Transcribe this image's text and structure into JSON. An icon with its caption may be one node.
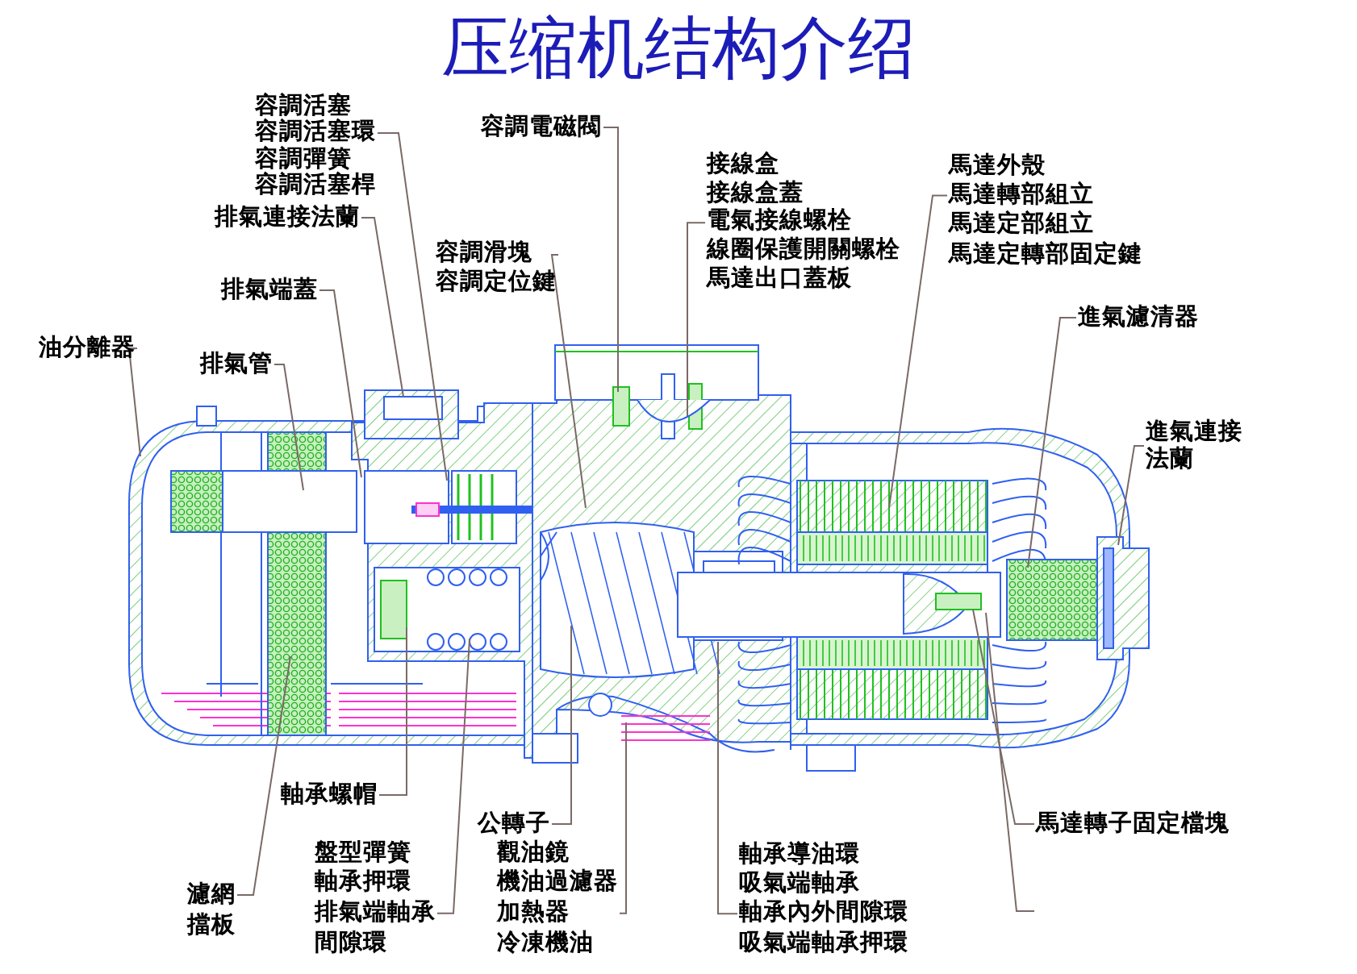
{
  "diagram": {
    "title": "压缩机结构介绍",
    "nodes": [
      {
        "text": [
          "容調活塞",
          "容調活塞環",
          "容調彈簧",
          "容調活塞桿"
        ]
      },
      {
        "text": [
          "容調電磁閥"
        ]
      },
      {
        "text": [
          "排氣連接法蘭"
        ]
      },
      {
        "text": [
          "接線盒",
          "接線盒蓋",
          "電氣接線螺栓",
          "線圈保護開關螺栓",
          "馬達出口蓋板"
        ]
      },
      {
        "text": [
          "馬達外殼",
          "馬達轉部組立",
          "馬達定部組立",
          "馬達定轉部固定鍵"
        ]
      },
      {
        "text": [
          "容調滑塊",
          "容調定位鍵"
        ]
      },
      {
        "text": [
          "排氣端蓋"
        ]
      },
      {
        "text": [
          "進氣濾清器"
        ]
      },
      {
        "text": [
          "油分離器"
        ]
      },
      {
        "text": [
          "排氣管"
        ]
      },
      {
        "text": [
          "進氣連接法蘭"
        ]
      },
      {
        "text": [
          "軸承螺帽"
        ]
      },
      {
        "text": [
          "公轉子"
        ]
      },
      {
        "text": [
          "盤型彈簧",
          "軸承押環",
          "排氣端軸承",
          "間隙環"
        ]
      },
      {
        "text": [
          "觀油鏡",
          "機油過濾器",
          "加熱器",
          "冷凍機油"
        ]
      },
      {
        "text": [
          "濾網",
          "擋板"
        ]
      },
      {
        "text": [
          "軸承導油環",
          "吸氣端軸承",
          "軸承內外間隙環",
          "吸氣端軸承押環"
        ]
      },
      {
        "text": [
          "馬達轉子固定檔塊"
        ]
      }
    ],
    "edges": [
      {
        "from": 0,
        "to": null,
        "arrow": "none"
      },
      {
        "from": 1,
        "to": null,
        "arrow": "none"
      },
      {
        "from": 2,
        "to": null,
        "arrow": "none"
      },
      {
        "from": 3,
        "to": null,
        "arrow": "none"
      },
      {
        "from": 4,
        "to": null,
        "arrow": "none"
      },
      {
        "from": 5,
        "to": null,
        "arrow": "none"
      },
      {
        "from": 6,
        "to": null,
        "arrow": "none"
      },
      {
        "from": 7,
        "to": null,
        "arrow": "none"
      },
      {
        "from": 8,
        "to": null,
        "arrow": "none"
      },
      {
        "from": 9,
        "to": null,
        "arrow": "none"
      },
      {
        "from": 10,
        "to": null,
        "arrow": "none"
      },
      {
        "from": 11,
        "to": null,
        "arrow": "none"
      },
      {
        "from": 12,
        "to": null,
        "arrow": "none"
      },
      {
        "from": 13,
        "to": null,
        "arrow": "none"
      },
      {
        "from": 14,
        "to": null,
        "arrow": "none"
      },
      {
        "from": 15,
        "to": null,
        "arrow": "none"
      },
      {
        "from": 16,
        "to": null,
        "arrow": "none"
      },
      {
        "from": 17,
        "to": null,
        "arrow": "none"
      }
    ]
  }
}
